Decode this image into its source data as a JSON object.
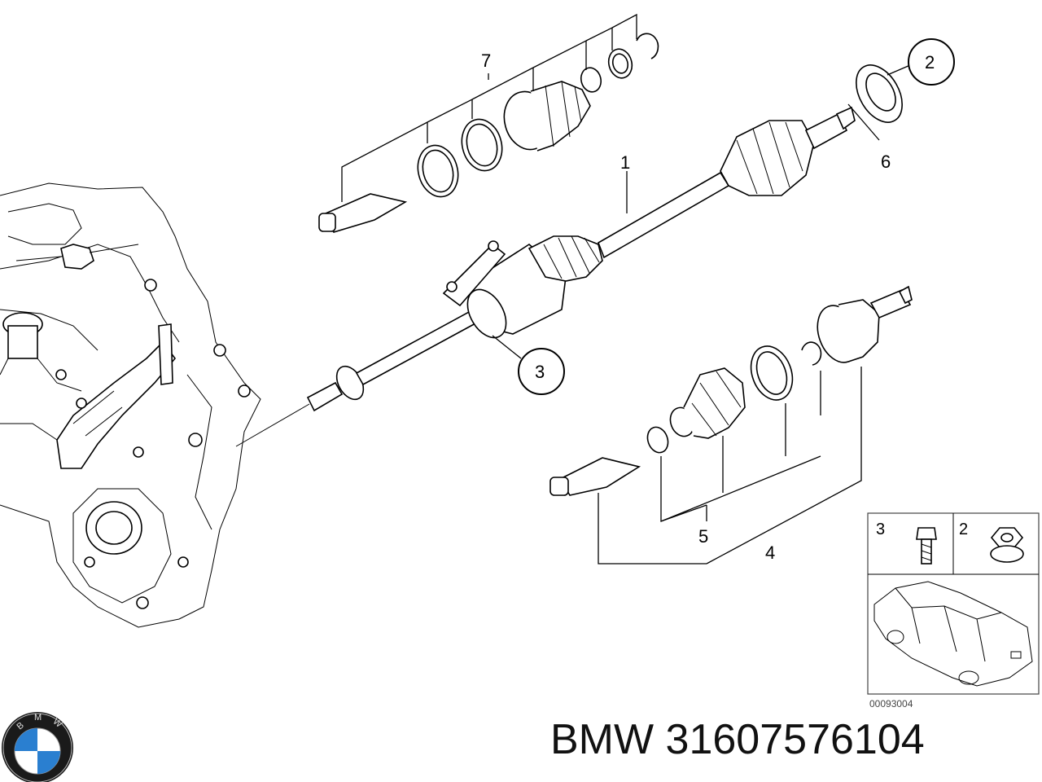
{
  "diagram": {
    "callouts": {
      "c1": "1",
      "c2": "2",
      "c3": "3",
      "c4": "4",
      "c5": "5",
      "c6": "6",
      "c7": "7"
    },
    "inset": {
      "left_label": "3",
      "right_label": "2"
    },
    "reference_code": "00093004"
  },
  "footer": {
    "brand": "BMW",
    "part_number": "31607576104",
    "logo_letters": "BMW"
  },
  "colors": {
    "line": "#000000",
    "logo_blue": "#2a7fd0",
    "logo_ring": "#1a1a1a",
    "text": "#111111"
  }
}
